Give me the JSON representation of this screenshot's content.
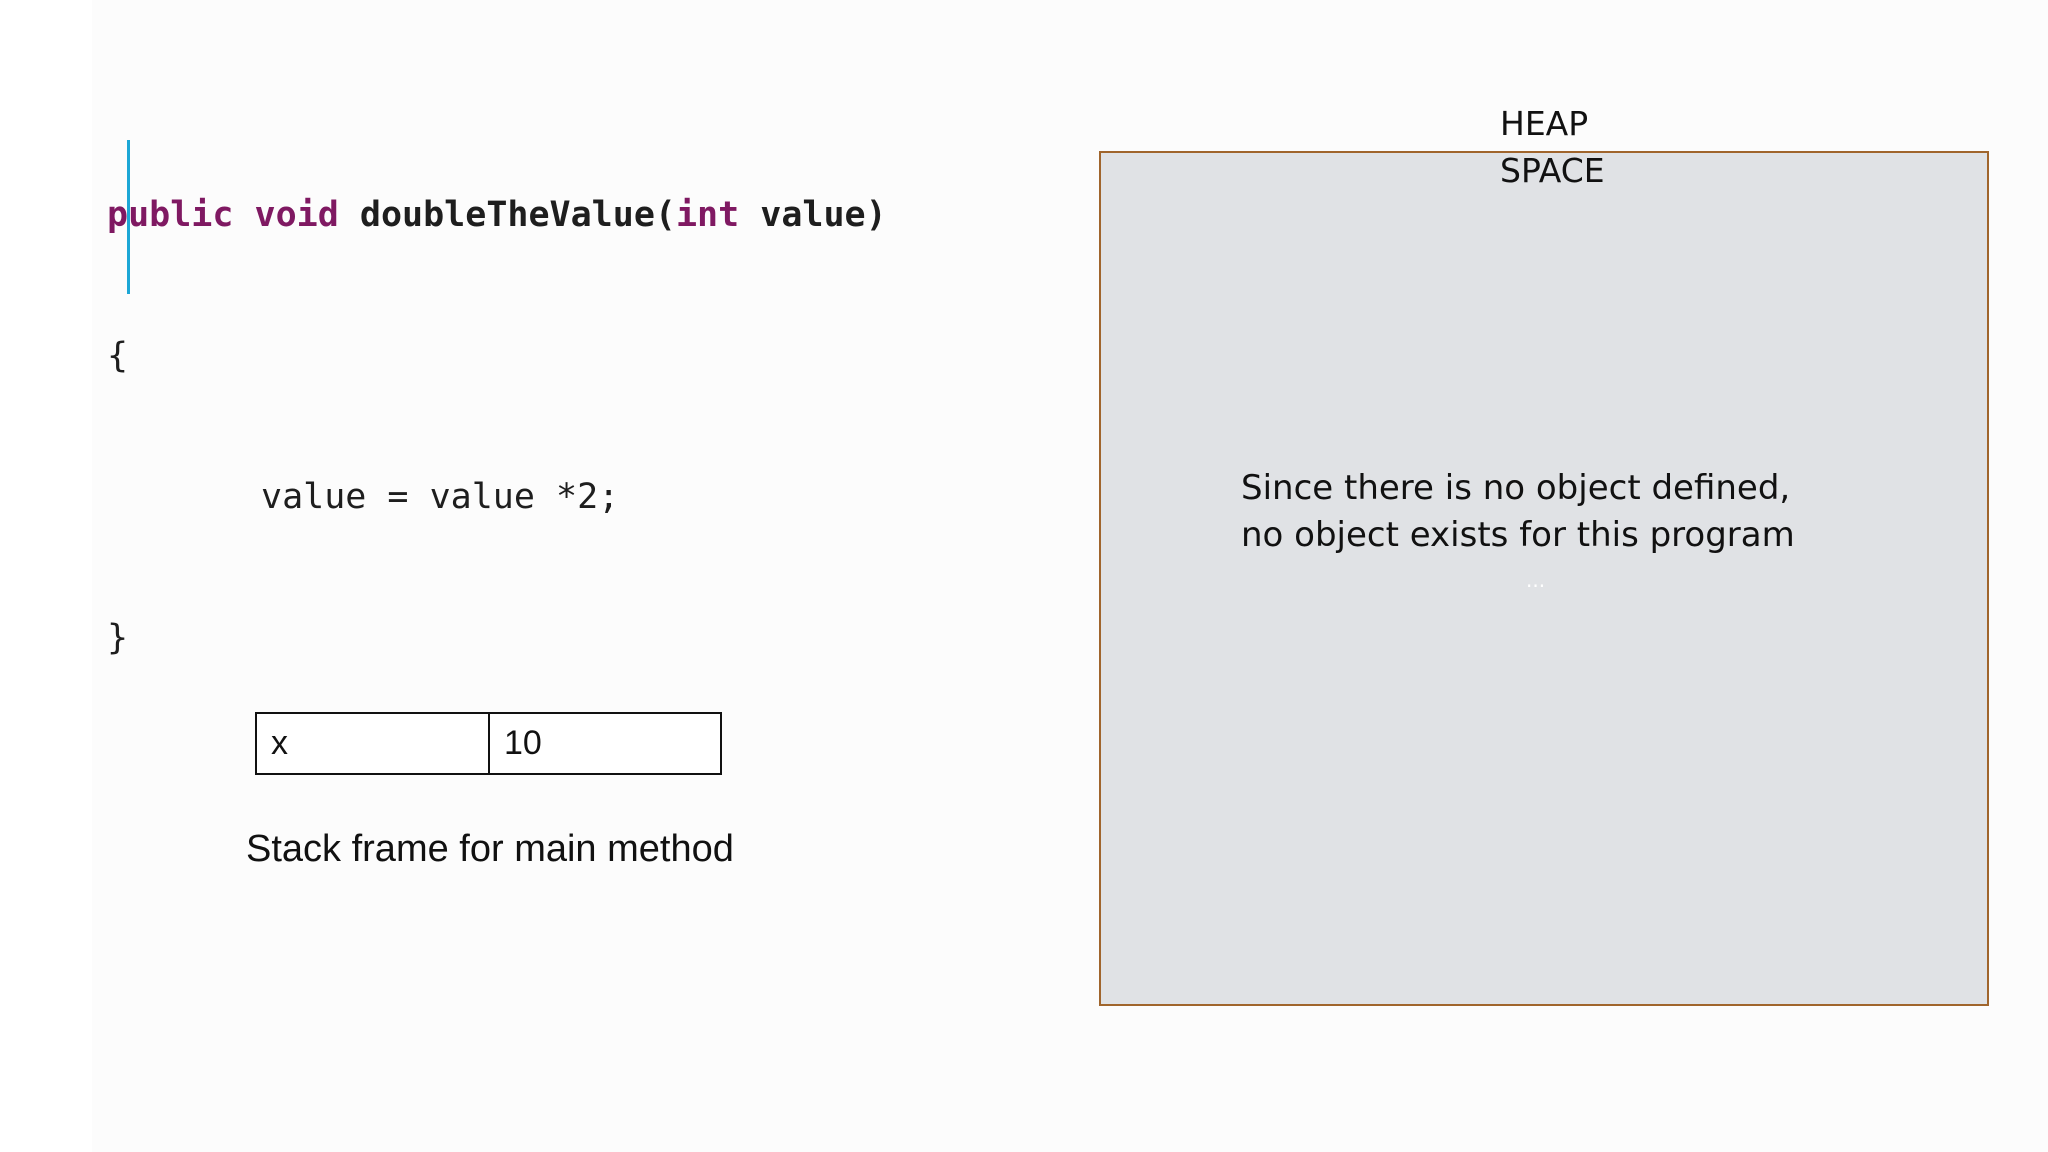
{
  "code": {
    "line1": {
      "public": "public",
      "void": "void",
      "method_name": "doubleTheValue(",
      "int": "int",
      "param": "value)"
    },
    "open_brace": "{",
    "body": "value = value *2;",
    "close_brace": "}"
  },
  "stack": {
    "variable_name": "x",
    "variable_value": "10",
    "caption": "Stack frame for main method"
  },
  "heap": {
    "title_line1": "HEAP",
    "title_line2": "SPACE",
    "message_line1": "Since there is no object defined,",
    "message_line2": "no object exists for this program",
    "ellipsis": "..."
  },
  "colors": {
    "keyword": "#7f1962",
    "heap_fill": "#e0e2e5",
    "heap_border": "#a0652c",
    "cursor": "#1da7d6"
  }
}
